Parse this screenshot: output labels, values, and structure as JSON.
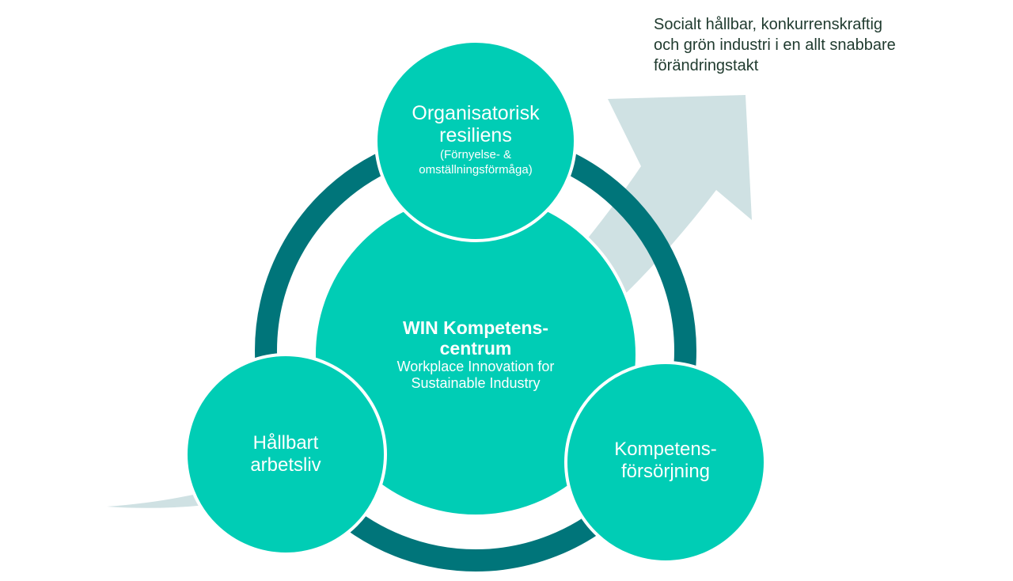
{
  "goal_text": {
    "line1": "Socialt hållbar, konkurrenskraftig",
    "line2": "och grön industri i en allt snabbare",
    "line3": "förändringstakt"
  },
  "nodes": {
    "top": {
      "title_line1": "Organisatorisk",
      "title_line2": "resiliens",
      "sub_line1": "(Förnyelse- &",
      "sub_line2": "omställningsförmåga)"
    },
    "center": {
      "title_line1": "WIN Kompetens-",
      "title_line2": "centrum",
      "sub_line1": "Workplace Innovation for",
      "sub_line2": "Sustainable Industry"
    },
    "left": {
      "line1": "Hållbart",
      "line2": "arbetsliv"
    },
    "right": {
      "line1": "Kompetens-",
      "line2": "försörjning"
    }
  },
  "colors": {
    "circle_fill": "#00CDB5",
    "ring": "#00757A",
    "circle_border": "#ffffff",
    "arrow": "#CFE1E3",
    "text": "#1F3A2E"
  }
}
